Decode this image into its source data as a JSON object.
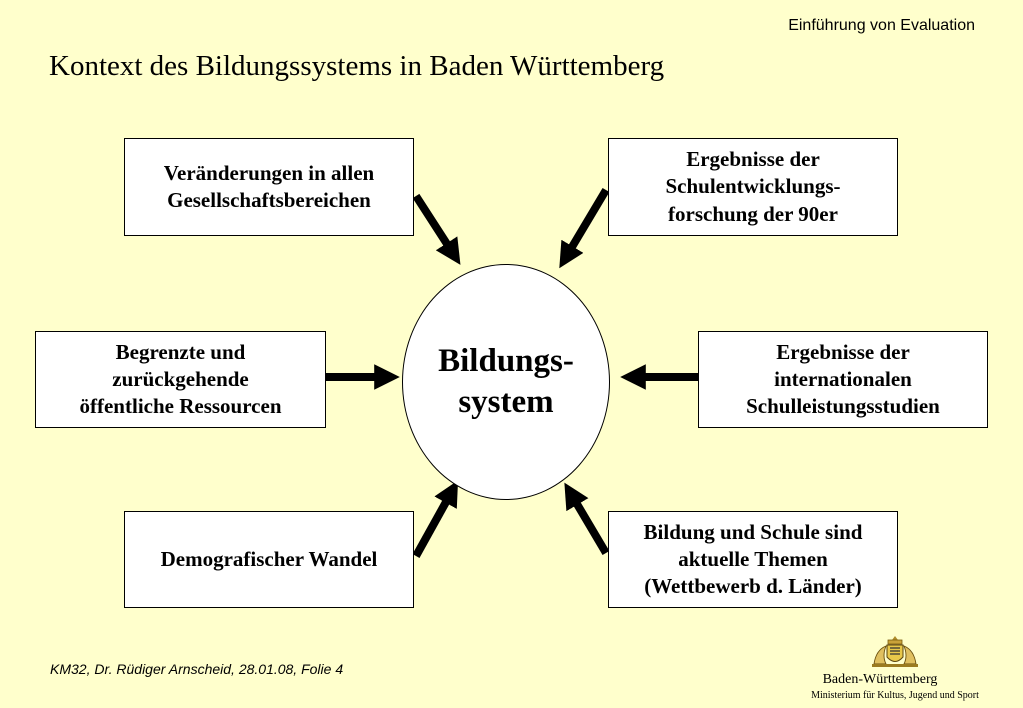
{
  "header": {
    "subtitle": "Einführung von Evaluation"
  },
  "title": "Kontext des Bildungssystems in Baden Württemberg",
  "center": {
    "line1": "Bildungs-",
    "line2": "system"
  },
  "boxes": {
    "top_left": {
      "lines": [
        "Veränderungen in allen",
        "Gesellschaftsbereichen"
      ]
    },
    "top_right": {
      "lines": [
        "Ergebnisse der",
        "Schulentwicklungs-",
        "forschung der 90er"
      ]
    },
    "middle_left": {
      "lines": [
        "Begrenzte und",
        "zurückgehende",
        "öffentliche Ressourcen"
      ]
    },
    "middle_right": {
      "lines": [
        "Ergebnisse der",
        "internationalen",
        "Schulleistungsstudien"
      ]
    },
    "bottom_left": {
      "lines": [
        "Demografischer Wandel"
      ]
    },
    "bottom_right": {
      "lines": [
        "Bildung und Schule sind",
        "aktuelle Themen",
        "(Wettbewerb d. Länder)"
      ]
    }
  },
  "footer": {
    "text": "KM32, Dr. Rüdiger Arnscheid, 28.01.08, Folie 4"
  },
  "logo": {
    "name": "Baden-Württemberg",
    "ministry": "Ministerium für Kultus, Jugend und Sport",
    "icon": "coat-of-arms-icon"
  },
  "colors": {
    "background": "#ffffcc",
    "box_fill": "#ffffff",
    "stroke": "#000000"
  }
}
